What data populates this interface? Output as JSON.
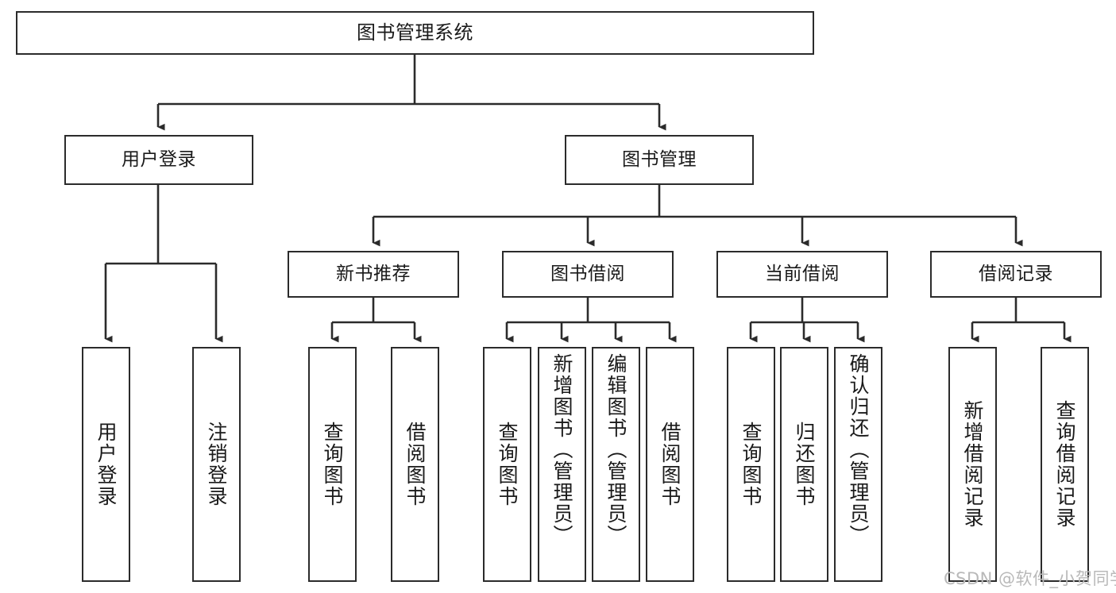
{
  "diagram": {
    "type": "hierarchy-tree",
    "title": "图书管理系统",
    "root": {
      "id": "root",
      "label": "图书管理系统"
    },
    "level2": [
      {
        "id": "user-login",
        "label": "用户登录"
      },
      {
        "id": "book-manage",
        "label": "图书管理"
      }
    ],
    "level3": [
      {
        "id": "new-book-recommend",
        "label": "新书推荐",
        "parent": "book-manage"
      },
      {
        "id": "book-borrow",
        "label": "图书借阅",
        "parent": "book-manage"
      },
      {
        "id": "current-borrow",
        "label": "当前借阅",
        "parent": "book-manage"
      },
      {
        "id": "borrow-record",
        "label": "借阅记录",
        "parent": "book-manage"
      }
    ],
    "leaves": {
      "user_login": [
        {
          "id": "leaf-user-login",
          "label": "用户登录"
        },
        {
          "id": "leaf-user-logout",
          "label": "注销登录"
        }
      ],
      "new_book_recommend": [
        {
          "id": "leaf-query-book-1",
          "label": "查询图书"
        },
        {
          "id": "leaf-borrow-book-1",
          "label": "借阅图书"
        }
      ],
      "book_borrow": [
        {
          "id": "leaf-query-book-2",
          "label": "查询图书"
        },
        {
          "id": "leaf-add-book",
          "label": "新增图书（管理员）"
        },
        {
          "id": "leaf-edit-book",
          "label": "编辑图书（管理员）"
        },
        {
          "id": "leaf-borrow-book-2",
          "label": "借阅图书"
        }
      ],
      "current_borrow": [
        {
          "id": "leaf-query-book-3",
          "label": "查询图书"
        },
        {
          "id": "leaf-return-book",
          "label": "归还图书"
        },
        {
          "id": "leaf-confirm-return",
          "label": "确认归还（管理员）"
        }
      ],
      "borrow_record": [
        {
          "id": "leaf-add-record",
          "label": "新增借阅记录"
        },
        {
          "id": "leaf-query-record",
          "label": "查询借阅记录"
        }
      ]
    }
  },
  "watermark": {
    "text": "CSDN @软件_小贺同学"
  },
  "colors": {
    "border": "#2b2b2b",
    "text": "#1a1a1a",
    "background": "#ffffff",
    "watermark": "#b9b9b9"
  }
}
